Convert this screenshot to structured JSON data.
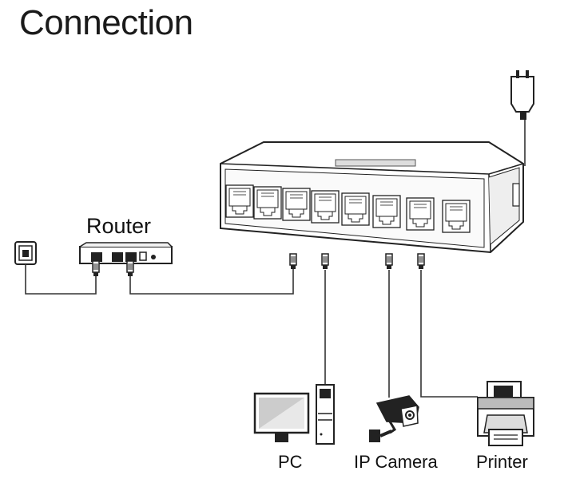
{
  "title": "Connection",
  "labels": {
    "router": "Router",
    "pc": "PC",
    "ip_camera": "IP Camera",
    "printer": "Printer"
  },
  "icons": [
    "wall-socket-icon",
    "router-icon",
    "switch-icon",
    "power-adapter-icon",
    "pc-icon",
    "ip-camera-icon",
    "printer-icon",
    "rj45-plug-icon"
  ]
}
